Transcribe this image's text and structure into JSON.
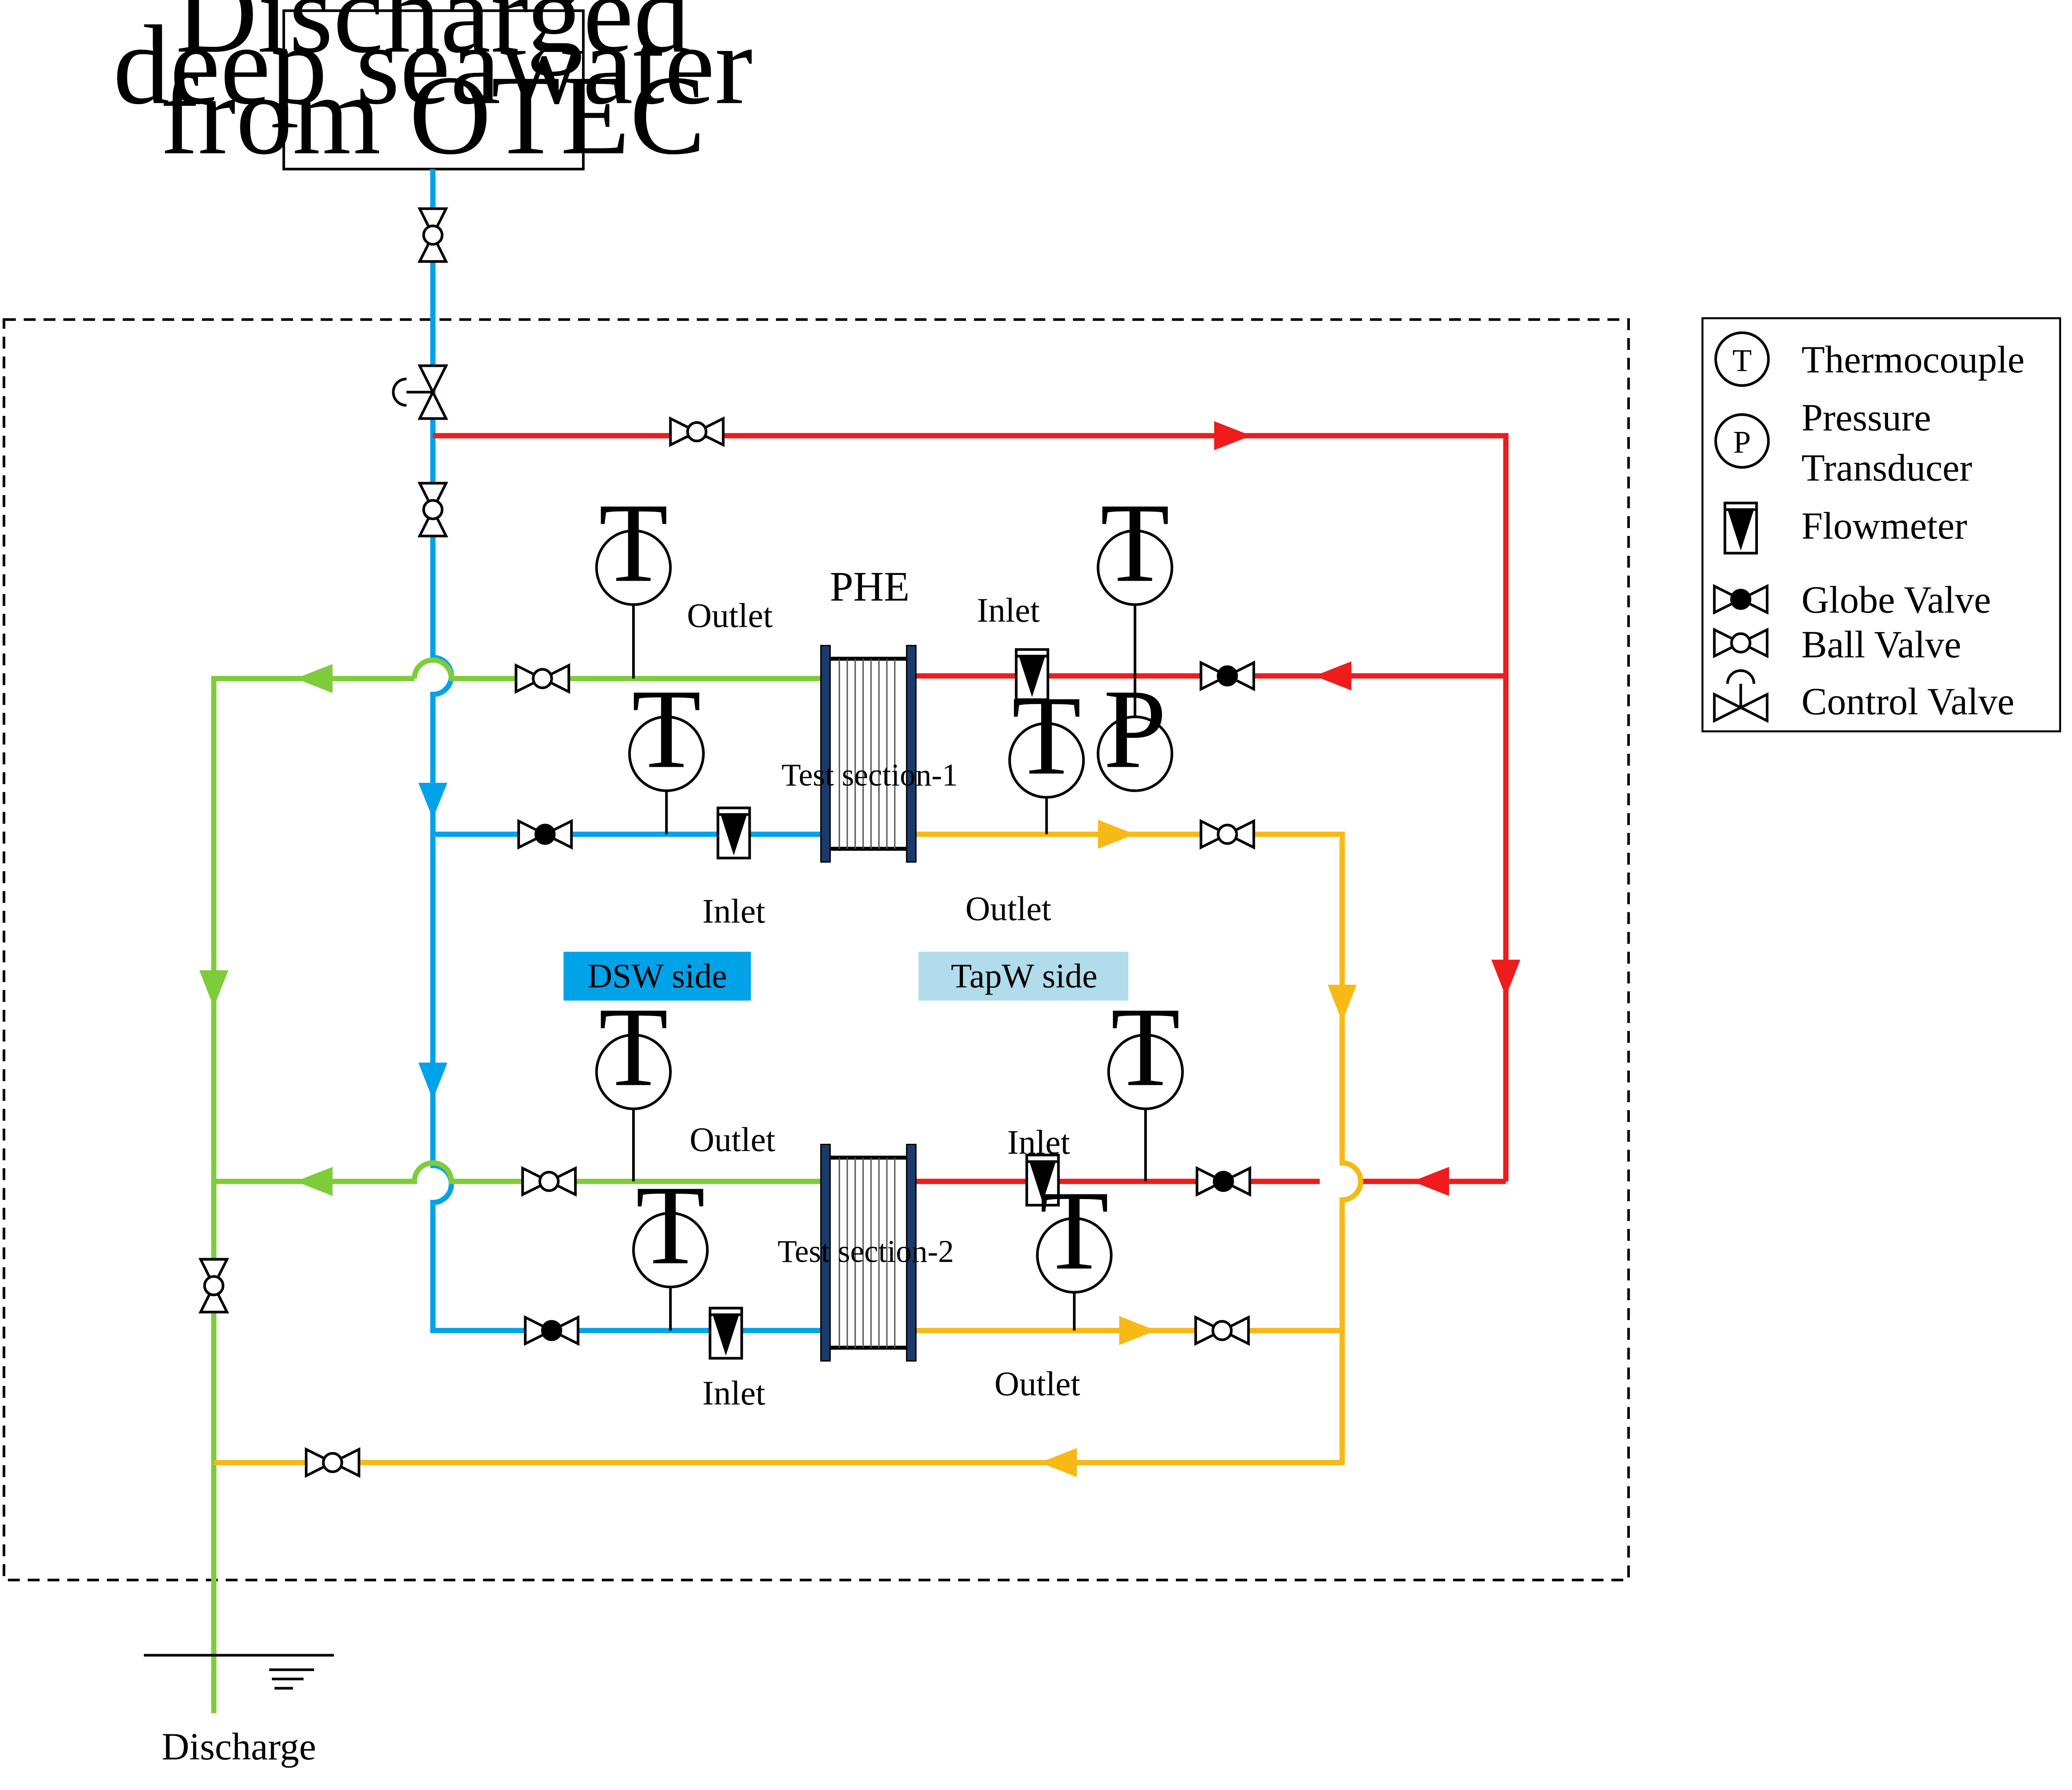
{
  "source_box": {
    "line1": "Discharged",
    "line2": "deep seawater",
    "line3": "from OTEC"
  },
  "heat_exchanger": {
    "title": "PHE",
    "section1": "Test section-1",
    "section2": "Test section-2"
  },
  "port_labels": {
    "outlet_upper_left": "Outlet",
    "inlet_upper_right": "Inlet",
    "inlet_upper_bottom": "Inlet",
    "outlet_upper_bottom": "Outlet",
    "outlet_lower_left": "Outlet",
    "inlet_lower_right": "Inlet",
    "inlet_lower_bottom": "Inlet",
    "outlet_lower_bottom": "Outlet"
  },
  "sides": {
    "dsw": "DSW side",
    "tapw": "TapW side"
  },
  "sensor_symbols": {
    "thermocouple": "T",
    "pressure": "P"
  },
  "discharge_label": "Discharge",
  "legend": {
    "thermocouple": "Thermocouple",
    "pressure_line1": "Pressure",
    "pressure_line2": "Transducer",
    "flowmeter": "Flowmeter",
    "globe_valve": "Globe  Valve",
    "ball_valve": "Ball Valve",
    "control_valve": "Control Valve"
  },
  "colors": {
    "dsw_line": "#00a2e8",
    "hot_line": "#ee1c1c",
    "return_line": "#7fcc3b",
    "tap_outlet_line": "#f7b916",
    "dsw_label_bg": "#00a2e8",
    "tapw_label_bg": "#b0dceb"
  }
}
